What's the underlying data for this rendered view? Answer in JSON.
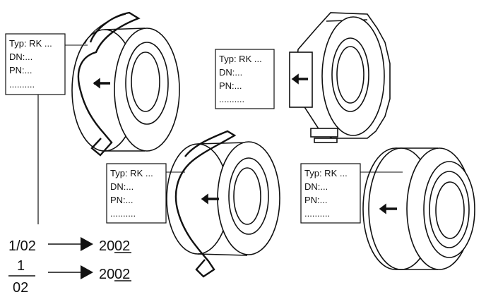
{
  "labels": [
    {
      "typ": "Typ: RK ...",
      "dn": "DN:...",
      "pn": "PN:...",
      "dots": ".........."
    },
    {
      "typ": "Typ: RK ...",
      "dn": "DN:...",
      "pn": "PN:...",
      "dots": ".........."
    },
    {
      "typ": "Typ: RK ...",
      "dn": "DN:...",
      "pn": "PN:...",
      "dots": ".........."
    },
    {
      "typ": "Typ: RK ...",
      "dn": "DN:...",
      "pn": "PN:...",
      "dots": ".........."
    }
  ],
  "date_examples": {
    "slash_format": "1/02",
    "fraction_numerator": "1",
    "fraction_denominator": "02",
    "year_prefix": "20",
    "year_suffix": "02"
  }
}
